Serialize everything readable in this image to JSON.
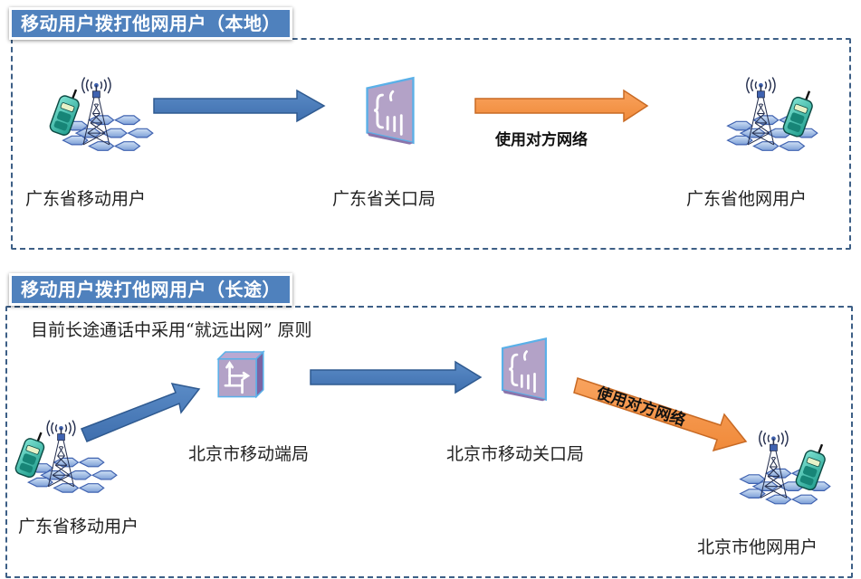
{
  "local": {
    "title": "移动用户拨打他网用户（本地）",
    "nodes": [
      {
        "label": "广东省移动用户",
        "icon": "mobile-tower-icon"
      },
      {
        "label": "广东省关口局",
        "icon": "gateway-switch-icon"
      },
      {
        "label": "广东省他网用户",
        "icon": "mobile-tower-icon"
      }
    ],
    "arrow_label": "使用对方网络"
  },
  "long_distance": {
    "title": "移动用户拨打他网用户（长途）",
    "note": "目前长途通话中采用“就远出网” 原则",
    "nodes": [
      {
        "label": "广东省移动用户",
        "icon": "mobile-tower-icon"
      },
      {
        "label": "北京市移动端局",
        "icon": "end-office-switch-icon"
      },
      {
        "label": "北京市移动关口局",
        "icon": "gateway-switch-icon"
      },
      {
        "label": "北京市他网用户",
        "icon": "mobile-tower-icon"
      }
    ],
    "arrow_label": "使用对方网络"
  },
  "colors": {
    "title_bg": "#4f81bd",
    "panel_border": "#3d5f86",
    "blue_arrow": "#4f81bd",
    "orange_arrow": "#f79646",
    "switch_purple": "#b3a2c7"
  }
}
